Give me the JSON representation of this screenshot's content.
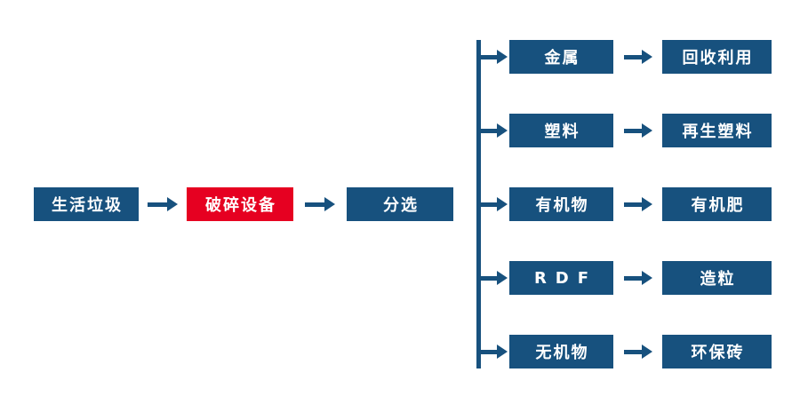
{
  "diagram": {
    "main_flow": {
      "source": "生活垃圾",
      "crusher": "破碎设备",
      "sorting": "分选"
    },
    "branches": [
      {
        "category": "金属",
        "result": "回收利用"
      },
      {
        "category": "塑料",
        "result": "再生塑料"
      },
      {
        "category": "有机物",
        "result": "有机肥"
      },
      {
        "category": "RDF",
        "result": "造粒"
      },
      {
        "category": "无机物",
        "result": "环保砖"
      }
    ],
    "colors": {
      "node": "#17517E",
      "highlight": "#E60021",
      "text": "#FFFFFF"
    }
  }
}
